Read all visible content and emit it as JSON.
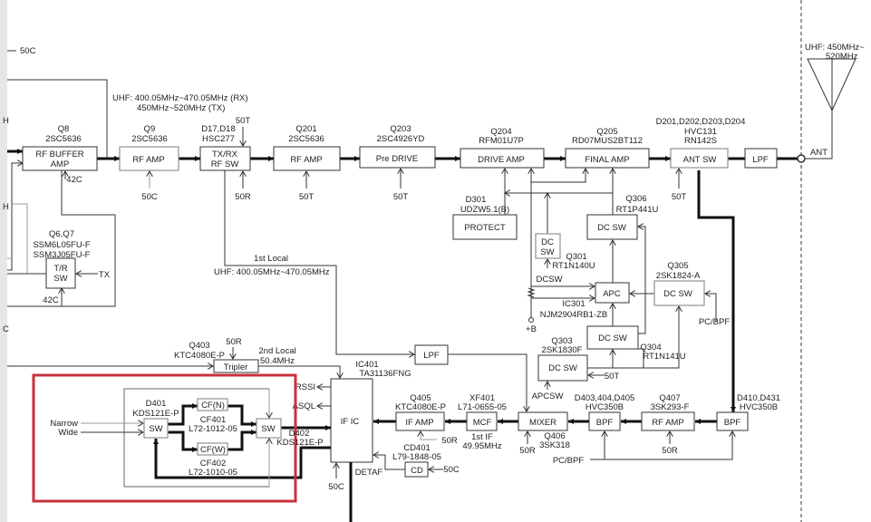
{
  "top": {
    "p50c": "50C",
    "rx_band": "UHF:  400.05MHz~470.05MHz (RX)",
    "tx_band": "450MHz~520MHz (TX)",
    "ant_band1": "UHF: 450MHz~",
    "ant_band2": "520MHz",
    "ant": "ANT",
    "cut_h1": "H",
    "cut_h2": "H",
    "cut_c": "C"
  },
  "rfbuf": {
    "ref": "Q8",
    "part": "2SC5636",
    "l1": "RF BUFFER",
    "l2": "AMP",
    "pwr": "42C"
  },
  "q9": {
    "ref": "Q9",
    "part": "2SC5636",
    "label": "RF AMP",
    "pwr": "50C"
  },
  "txrx": {
    "ref": "D17,D18",
    "part": "HSC277",
    "l1": "TX/RX",
    "l2": "RF SW",
    "pwr_t": "50T",
    "pwr_r": "50R"
  },
  "q201": {
    "ref": "Q201",
    "part": "2SC5636",
    "label": "RF AMP",
    "pwr": "50T"
  },
  "q203": {
    "ref": "Q203",
    "part": "2SC4926YD",
    "label": "Pre DRIVE",
    "pwr": "50T"
  },
  "q204": {
    "ref": "Q204",
    "part": "RFM01U7P",
    "label": "DRIVE AMP"
  },
  "q205": {
    "ref": "Q205",
    "part": "RD07MUS2BT112",
    "label": "FINAL AMP"
  },
  "antsw": {
    "ref": "D201,D202,D203,D204",
    "p1": "HVC131",
    "p2": "RN142S",
    "label": "ANT SW",
    "pwr": "50T"
  },
  "lpf_ant": {
    "label": "LPF"
  },
  "trsw": {
    "ref": "Q6,Q7",
    "p1": "SSM6L05FU-F",
    "p2": "SSM3J05FU-F",
    "l1": "T/R",
    "l2": "SW",
    "tx": "TX",
    "pwr": "42C"
  },
  "protect": {
    "ref": "D301",
    "part": "UDZW5.1(B)",
    "label": "PROTECT"
  },
  "q306": {
    "ref": "Q306",
    "part": "RT1P441U",
    "label": "DC SW"
  },
  "q301": {
    "l1": "DC",
    "l2": "SW",
    "ref": "Q301",
    "part": "RT1N140U",
    "dcsw": "DCSW"
  },
  "apc": {
    "label": "APC",
    "ref": "IC301",
    "part": "NJM2904RB1-ZB",
    "plusb": "+B"
  },
  "q305": {
    "ref": "Q305",
    "part": "2SK1824-A",
    "label": "DC SW",
    "ctl": "PC/BPF"
  },
  "q304": {
    "label": "DC SW",
    "ref": "Q304",
    "part": "RT1N141U"
  },
  "q303": {
    "ref": "Q303",
    "part": "2SK1830F",
    "label": "DC SW",
    "apcsw": "APCSW",
    "pwr": "50T"
  },
  "local1": {
    "l1": "1st Local",
    "l2": "UHF: 400.05MHz~470.05MHz"
  },
  "tripler": {
    "ref": "Q403",
    "part": "KTC4080E-P",
    "label": "Tripler",
    "pwr": "50R",
    "l1": "2nd Local",
    "l2": "50.4MHz"
  },
  "lpf_lo": {
    "label": "LPF"
  },
  "ific": {
    "ref": "IC401",
    "part": "TA31136FNG",
    "label": "IF IC",
    "rssi": "RSSI",
    "asql": "ASQL",
    "detaf": "DETAF",
    "pwr": "50C"
  },
  "filter": {
    "narrow": "Narrow",
    "wide": "Wide",
    "d401": "D401",
    "d401p": "KDS121E-P",
    "sw": "SW",
    "cfn": "CF(N)",
    "cf401": "CF401",
    "cf401p": "L72-1012-05",
    "cfw": "CF(W)",
    "cf402": "CF402",
    "cf402p": "L72-1010-05",
    "d402": "D402",
    "d402p": "KDS121E-P"
  },
  "ifamp": {
    "ref": "Q405",
    "part": "KTC4080E-P",
    "label": "IF AMP",
    "pwr": "50R"
  },
  "mcf": {
    "ref": "XF401",
    "part": "L71-0655-05",
    "label": "MCF",
    "l1": "1st IF",
    "l2": "49.95MHz"
  },
  "cd": {
    "ref": "CD401",
    "part": "L79-1848-05",
    "label": "CD",
    "pwr": "50C"
  },
  "mixer": {
    "label": "MIXER",
    "ref": "Q406",
    "part": "3SK318",
    "pwr": "50R"
  },
  "bpf1": {
    "ref": "D403,404,D405",
    "part": "HVC350B",
    "label": "BPF",
    "ctl": "PC/BPF"
  },
  "q407": {
    "ref": "Q407",
    "part": "3SK293-F",
    "label": "RF AMP",
    "pwr": "50R"
  },
  "bpf2": {
    "ref": "D410,D431",
    "part": "HVC350B",
    "label": "BPF"
  },
  "colors": {
    "highlight": "#c8323c"
  }
}
